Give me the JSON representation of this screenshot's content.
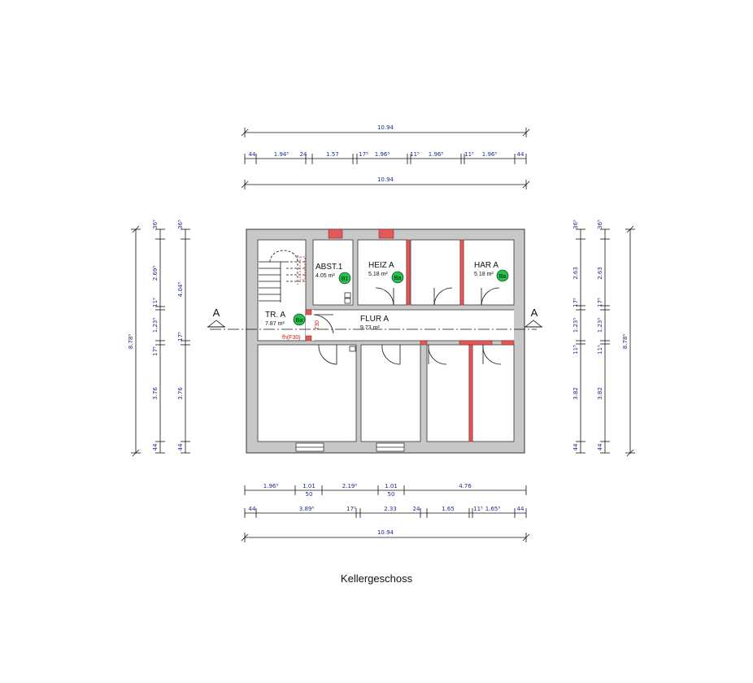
{
  "caption": "Kellergeschoss",
  "section_label": "A",
  "fire_door_label": "fh(F30)",
  "rooms": [
    {
      "name": "ABST.1",
      "area": "4.05 m²",
      "tag": "B1"
    },
    {
      "name": "HEIZ  A",
      "area": "5.18 m²",
      "tag": "Ba"
    },
    {
      "name": "HAR  A",
      "area": "5.18 m²",
      "tag": "Ba"
    },
    {
      "name": "TR. A",
      "area": "7.87 m²",
      "tag": "Ba"
    },
    {
      "name": "FLUR  A",
      "area": "9.73 m²",
      "tag": ""
    }
  ],
  "top_dimensions": {
    "overall": "10.94",
    "segments": [
      "44",
      "1.94⁵",
      "24",
      "1.57",
      "17⁵",
      "1.96⁵",
      "11⁵",
      "1.96⁵",
      "11⁵",
      "1.96⁵",
      "44"
    ],
    "overall_lower": "10.94"
  },
  "bottom_dimensions": {
    "row1": [
      "1.96⁵",
      "1.01",
      "2.19⁵",
      "1.01",
      "4.76"
    ],
    "row1_sub": [
      "50",
      "50"
    ],
    "row2": [
      "44",
      "3.89⁵",
      "17⁵",
      "2.33",
      "24",
      "1.65",
      "11⁵",
      "1.65⁵",
      "44"
    ],
    "overall": "10.94"
  },
  "left_dimensions": {
    "overall": "8.78⁵",
    "col_outer": [
      "36⁵",
      "2.69⁵",
      "11⁵",
      "1.23⁵",
      "17⁵",
      "3.76",
      "44"
    ],
    "col_inner": [
      "36⁵",
      "4.04⁵",
      "17⁵",
      "3.76",
      "44"
    ]
  },
  "right_dimensions": {
    "overall": "8.78⁵",
    "col_inner": [
      "36⁵",
      "2.63",
      "17⁵",
      "1.23⁵",
      "11⁵",
      "3.82",
      "44"
    ],
    "col_outer": [
      "36⁵",
      "2.63",
      "17⁵",
      "1.23⁵",
      "11⁵",
      "3.82",
      "44"
    ]
  },
  "colors": {
    "wall": "#c8c8c8",
    "wall_edge": "#333333",
    "dimension_text": "#1e2a8c",
    "fire_wall": "#e05a5a",
    "tag_fill": "#21c44a"
  }
}
